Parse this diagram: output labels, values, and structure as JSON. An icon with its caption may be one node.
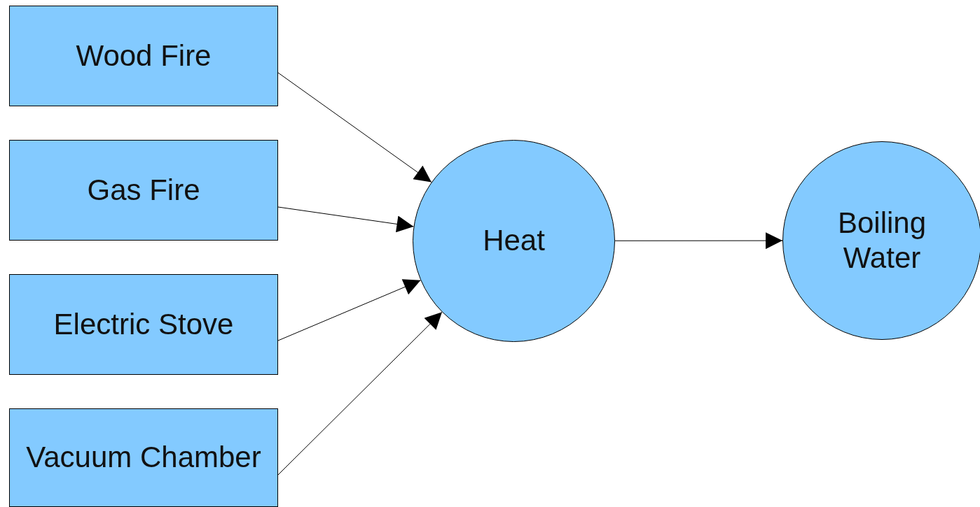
{
  "diagram": {
    "nodes": [
      {
        "text": [
          "Wood Fire"
        ]
      },
      {
        "text": [
          "Gas Fire"
        ]
      },
      {
        "text": [
          "Electric Stove"
        ]
      },
      {
        "text": [
          "Vacuum Chamber"
        ]
      },
      {
        "text": [
          "Heat"
        ]
      },
      {
        "text": [
          "Boiling Water"
        ]
      }
    ],
    "edges": [
      {
        "from": 0,
        "to": 4,
        "arrow": "to"
      },
      {
        "from": 1,
        "to": 4,
        "arrow": "to"
      },
      {
        "from": 2,
        "to": 4,
        "arrow": "to"
      },
      {
        "from": 3,
        "to": 4,
        "arrow": "to"
      },
      {
        "from": 4,
        "to": 5,
        "arrow": "to"
      }
    ]
  }
}
